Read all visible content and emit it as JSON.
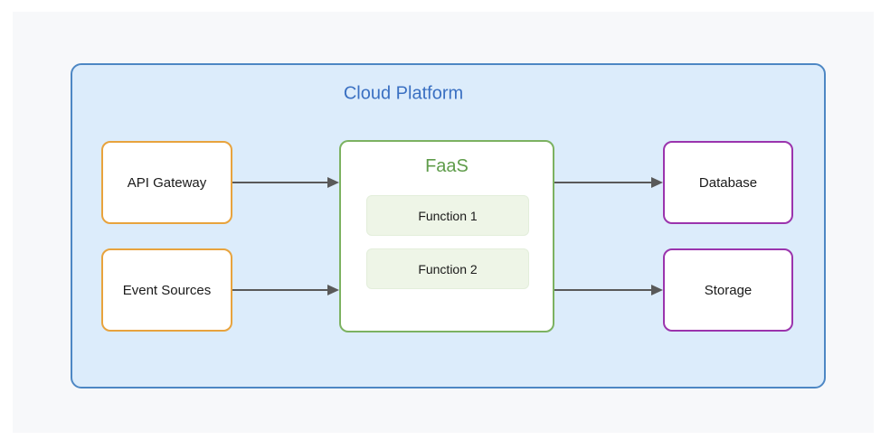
{
  "diagram": {
    "container": {
      "label": "Cloud Platform"
    },
    "nodes": {
      "api_gateway": {
        "label": "API Gateway"
      },
      "event_sources": {
        "label": "Event Sources"
      },
      "faas": {
        "label": "FaaS"
      },
      "function_1": {
        "label": "Function 1"
      },
      "function_2": {
        "label": "Function 2"
      },
      "database": {
        "label": "Database"
      },
      "storage": {
        "label": "Storage"
      }
    },
    "edges": [
      {
        "from": "API Gateway",
        "to": "FaaS"
      },
      {
        "from": "Event Sources",
        "to": "FaaS"
      },
      {
        "from": "FaaS",
        "to": "Database"
      },
      {
        "from": "FaaS",
        "to": "Storage"
      }
    ],
    "colors": {
      "container_border": "#4d87c4",
      "container_fill": "#dcecfb",
      "container_title_text": "#3a70c2",
      "source_node_border": "#e8a33d",
      "faas_border": "#7cb261",
      "faas_title_text": "#5f9c4a",
      "function_pill_fill": "#eef5e7",
      "sink_node_border": "#9b34ad",
      "node_fill": "#ffffff",
      "arrow": "#595959",
      "canvas_background": "#f7f8fa"
    }
  }
}
